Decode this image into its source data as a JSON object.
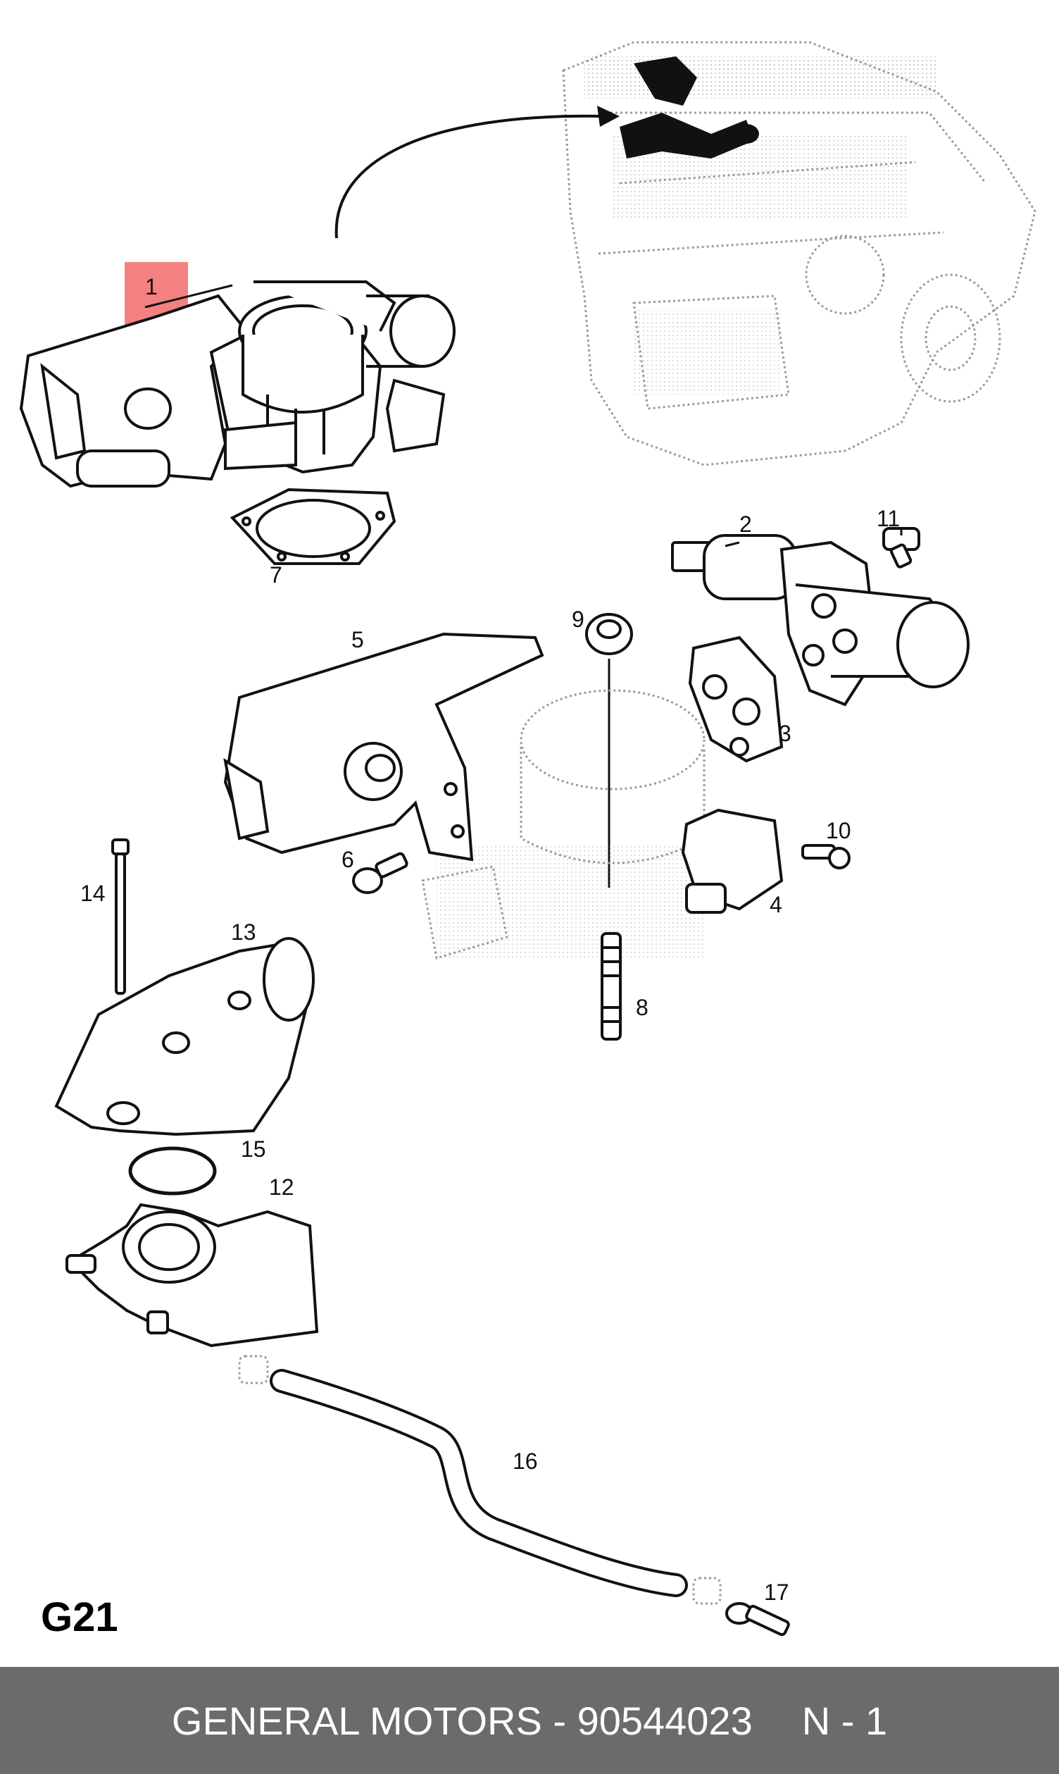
{
  "labels": {
    "p1": "1",
    "p2": "2",
    "p3": "3",
    "p4": "4",
    "p5": "5",
    "p6": "6",
    "p7": "7",
    "p8": "8",
    "p9": "9",
    "p10": "10",
    "p11": "11",
    "p12": "12",
    "p13": "13",
    "p14": "14",
    "p15": "15",
    "p16": "16",
    "p17": "17"
  },
  "section_code": "G21",
  "footer": {
    "part_title": "GENERAL MOTORS - 90544023",
    "quantity": "N - 1"
  },
  "colors": {
    "highlight": "#f26b6b",
    "line": "#111111",
    "ghost": "#9a9a9a",
    "footer_bg": "#6b6b6b"
  }
}
